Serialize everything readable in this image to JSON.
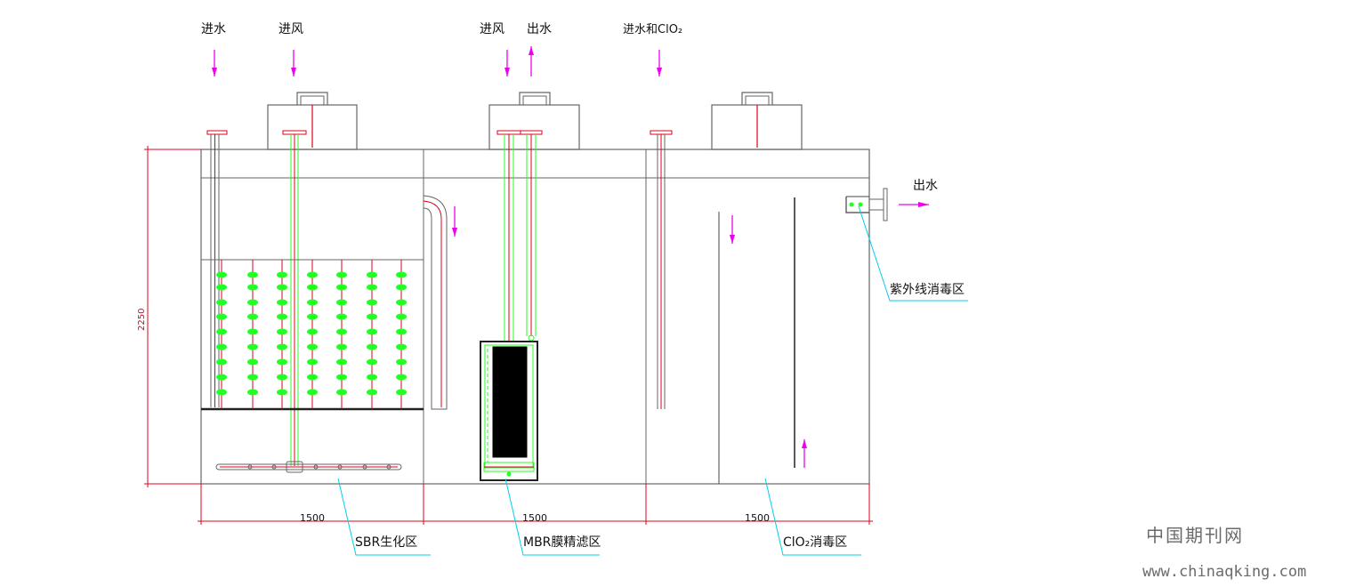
{
  "diagram": {
    "top_labels": {
      "inlet_water": "进水",
      "inlet_air_1": "进风",
      "inlet_air_2": "进风",
      "outlet_water_top": "出水",
      "inlet_water_clo2": "进水和ClO₂"
    },
    "side_labels": {
      "outlet_water_side": "出水",
      "uv_zone": "紫外线消毒区"
    },
    "zone_labels": {
      "sbr": "SBR生化区",
      "mbr": "MBR膜精滤区",
      "clo2": "ClO₂消毒区"
    },
    "dimensions": {
      "height": "2250",
      "width_1": "1500",
      "width_2": "1500",
      "width_3": "1500"
    },
    "colors": {
      "outline": "#666666",
      "pipe_red": "#e0001a",
      "flow_magenta": "#ee00ee",
      "diffuser_green": "#22ff22",
      "leader_cyan": "#00d0e8",
      "membrane": "#000000"
    }
  },
  "watermark": {
    "name": "中国期刊网",
    "url": "www.chinaqking.com"
  }
}
